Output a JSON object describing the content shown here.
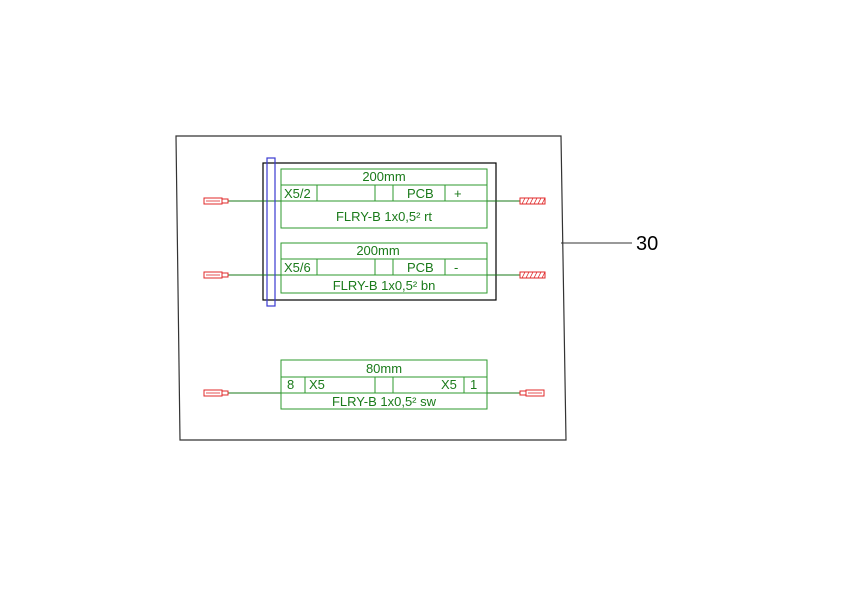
{
  "part_number": "30",
  "colors": {
    "frame": "#333333",
    "table": "#2e9a2e",
    "text": "#1a7a1a",
    "connector": "#e0282a",
    "clip": "#3a3ad0",
    "wire": "#1a7a1a"
  },
  "wires": [
    {
      "length": "200mm",
      "left_connector": "X5/2",
      "right_connector": "PCB",
      "right_pin": "+",
      "cable": "FLRY-B 1x0,5² rt"
    },
    {
      "length": "200mm",
      "left_connector": "X5/6",
      "right_connector": "PCB",
      "right_pin": "-",
      "cable": "FLRY-B 1x0,5² bn"
    },
    {
      "length": "80mm",
      "left_pin": "8",
      "left_connector": "X5",
      "right_connector": "X5",
      "right_pin": "1",
      "cable": "FLRY-B 1x0,5² sw"
    }
  ]
}
